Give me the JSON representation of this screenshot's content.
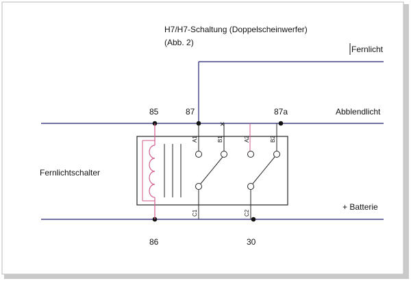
{
  "title_line1": "H7/H7-Schaltung (Doppelscheinwerfer)",
  "title_line2": "(Abb. 2)",
  "outputs": {
    "fernlicht": "Fernlicht",
    "abblendlicht": "Abblendlicht",
    "batterie": "+ Batterie"
  },
  "switch_label": "Fernlichtschalter",
  "terminals": {
    "t85": "85",
    "t87": "87",
    "t87a": "87a",
    "t86": "86",
    "t30": "30"
  },
  "contacts": {
    "a1": "A1",
    "b1": "B1",
    "a2": "A2",
    "b2": "B2",
    "c1": "C1",
    "c2": "C2"
  },
  "nc_mark": "×",
  "colors": {
    "wire": "#1a1a6e",
    "coil": "#d05a8a",
    "relay_outline": "#222222",
    "frame_shadow": "#b9b9b9"
  }
}
